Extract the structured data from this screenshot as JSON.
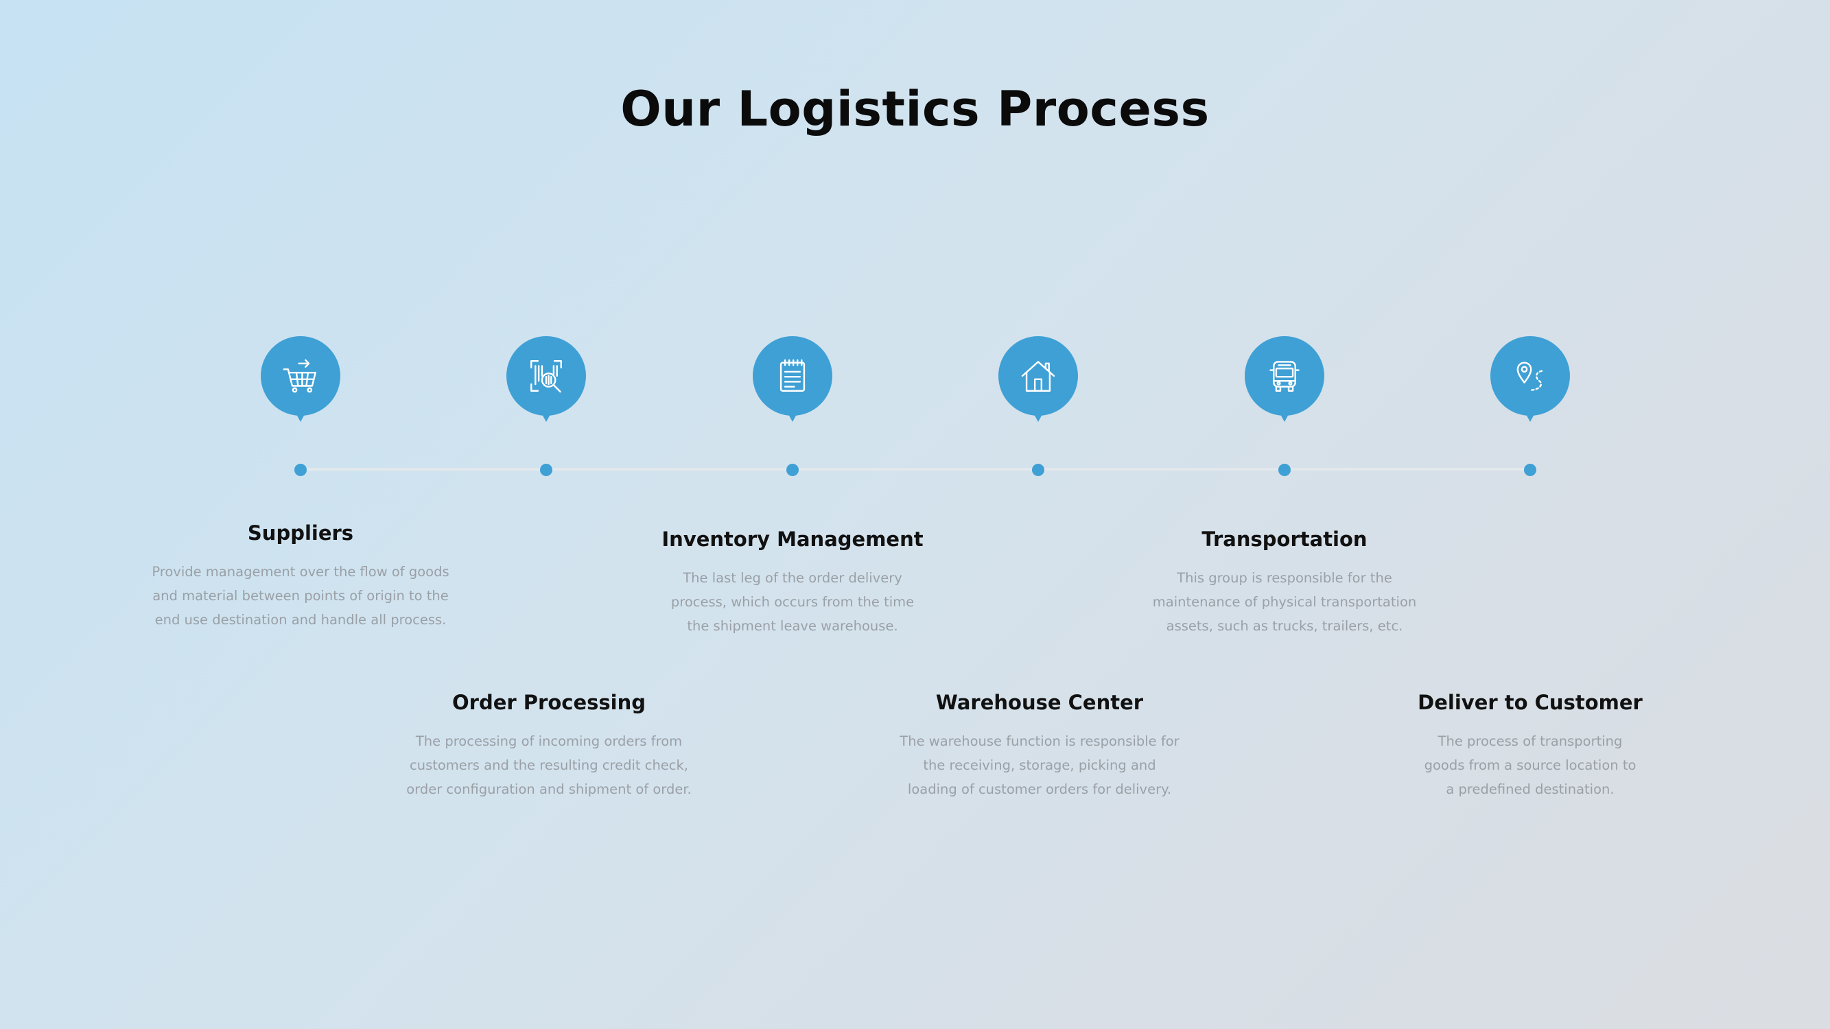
{
  "title": "Our Logistics Process",
  "accent_color": "#3fa0d5",
  "steps": [
    {
      "icon": "shopping-cart-icon",
      "title": "Suppliers",
      "description": "Provide management over the flow of goods and material between points of origin to the end use destination and handle all process."
    },
    {
      "icon": "barcode-search-icon",
      "title": "Order Processing",
      "description": "The processing of incoming orders from customers and the resulting credit check, order configuration and shipment of order."
    },
    {
      "icon": "notepad-icon",
      "title": "Inventory Management",
      "description": "The last leg of the order delivery process, which occurs from the time the shipment leave warehouse."
    },
    {
      "icon": "warehouse-icon",
      "title": "Warehouse Center",
      "description": "The warehouse function is responsible for the receiving, storage, picking and loading of customer orders for delivery."
    },
    {
      "icon": "bus-icon",
      "title": "Transportation",
      "description": "This group is responsible for the maintenance of physical transportation assets, such as trucks, trailers, etc."
    },
    {
      "icon": "location-route-icon",
      "title": "Deliver to Customer",
      "description": "The process of transporting goods from a source location to a predefined destination."
    }
  ]
}
